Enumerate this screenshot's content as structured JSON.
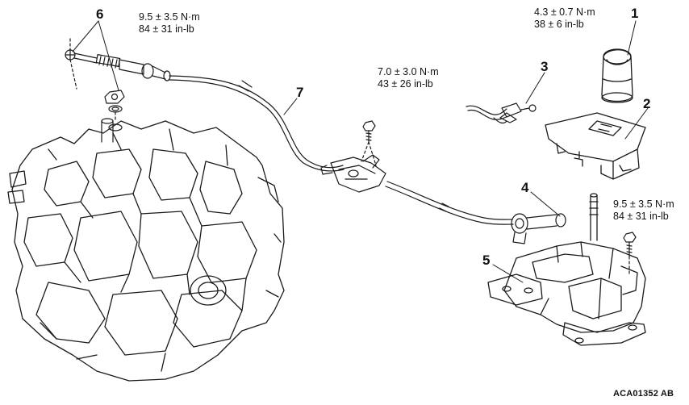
{
  "callouts": {
    "c1": "1",
    "c2": "2",
    "c3": "3",
    "c4": "4",
    "c5": "5",
    "c6": "6",
    "c7": "7"
  },
  "torques": {
    "knob": {
      "nm": "4.3 ± 0.7 N·m",
      "inlb": "38 ± 6 in-lb"
    },
    "cable_end": {
      "nm": "9.5 ± 3.5 N·m",
      "inlb": "84 ± 31 in-lb"
    },
    "bracket": {
      "nm": "7.0 ± 3.0 N·m",
      "inlb": "43 ± 26 in-lb"
    },
    "lever_assy": {
      "nm": "9.5 ± 3.5 N·m",
      "inlb": "84 ± 31 in-lb"
    }
  },
  "doc_id": "ACA01352 AB",
  "colors": {
    "line": "#1a1a1a",
    "text": "#111111",
    "background": "#ffffff"
  }
}
